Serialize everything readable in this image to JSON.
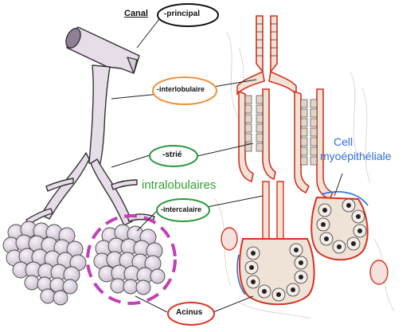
{
  "labels": {
    "canal": "Canal",
    "principal": "-principal",
    "interlobulaire": "-interlobulaire",
    "strie": "-strié",
    "intralobulaires": "intralobulaires",
    "intercalaire": "-intercalaire",
    "acinus": "Acinus",
    "cell_line1": "Cell",
    "cell_line2": "myoépithéliale"
  },
  "colors": {
    "duct_fill": "#e6dde8",
    "duct_stroke": "#333333",
    "orange_ellipse": "#f0903a",
    "green_ellipse": "#2a9a3c",
    "red_ellipse": "#e0301e",
    "black_ellipse": "#111111",
    "dashed_circle": "#c23fb8",
    "intralobulaires_text": "#2fa22f",
    "cell_text": "#2f6fd6",
    "section_red": "#d4321e",
    "section_fill": "#efe3d8"
  }
}
